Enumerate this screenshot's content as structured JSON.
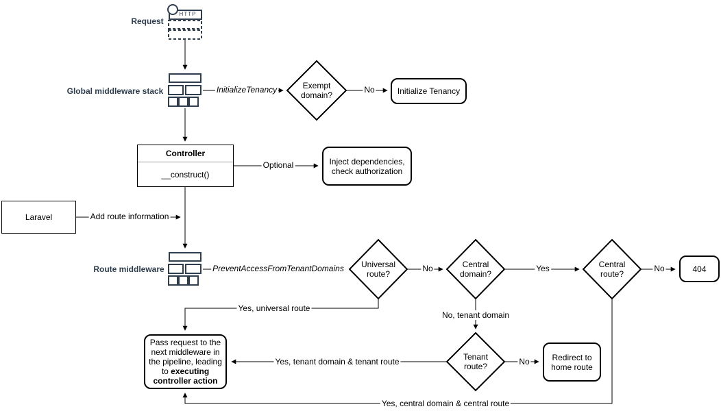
{
  "colors": {
    "navy": "#2e3e4f",
    "line": "#000000"
  },
  "labels": {
    "request": "Request",
    "http": "HTTP",
    "global_middleware": "Global middleware stack",
    "route_middleware": "Route middleware",
    "laravel": "Laravel",
    "controller_title": "Controller",
    "controller_method": "__construct()"
  },
  "decisions": {
    "exempt_domain": "Exempt\ndomain?",
    "universal_route": "Universal\nroute?",
    "central_domain": "Central\ndomain?",
    "central_route": "Central\nroute?",
    "tenant_route": "Tenant\nroute?"
  },
  "terminals": {
    "initialize_tenancy": "Initialize Tenancy",
    "inject_dependencies": "Inject dependencies,\ncheck authorization",
    "not_found": "404",
    "redirect_home": "Redirect to\nhome route",
    "pass_request_normal": "Pass request to the next middleware in the pipeline, leading to ",
    "pass_request_bold": "executing controller action"
  },
  "edge_labels": {
    "initialize_tenancy_mw": "InitializeTenancy",
    "exempt_no": "No",
    "optional": "Optional",
    "add_route_info": "Add route information",
    "prevent_access": "PreventAccessFromTenantDomains",
    "universal_no": "No",
    "central_domain_yes": "Yes",
    "central_route_no": "No",
    "universal_yes": "Yes, universal route",
    "tenant_domain_no": "No, tenant domain",
    "tenant_yes": "Yes, tenant domain & tenant route",
    "tenant_no": "No",
    "central_yes": "Yes, central domain & central route"
  }
}
